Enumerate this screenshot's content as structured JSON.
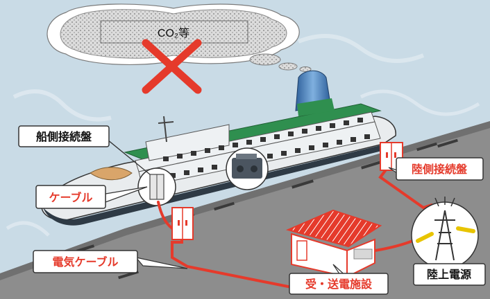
{
  "emission": {
    "label": "CO₂等"
  },
  "labels": {
    "ship_panel": "船側接続盤",
    "cable": "ケーブル",
    "shore_panel": "陸側接続盤",
    "electric_cable": "電気ケーブル",
    "substation": "受・送電施設",
    "shore_power": "陸上電源"
  },
  "colors": {
    "red": "#e53a2b",
    "sky": "#c9dbe6",
    "pier": "#8d8d8d",
    "hull": "#e9ecee",
    "deck": "#2f8f4f"
  }
}
